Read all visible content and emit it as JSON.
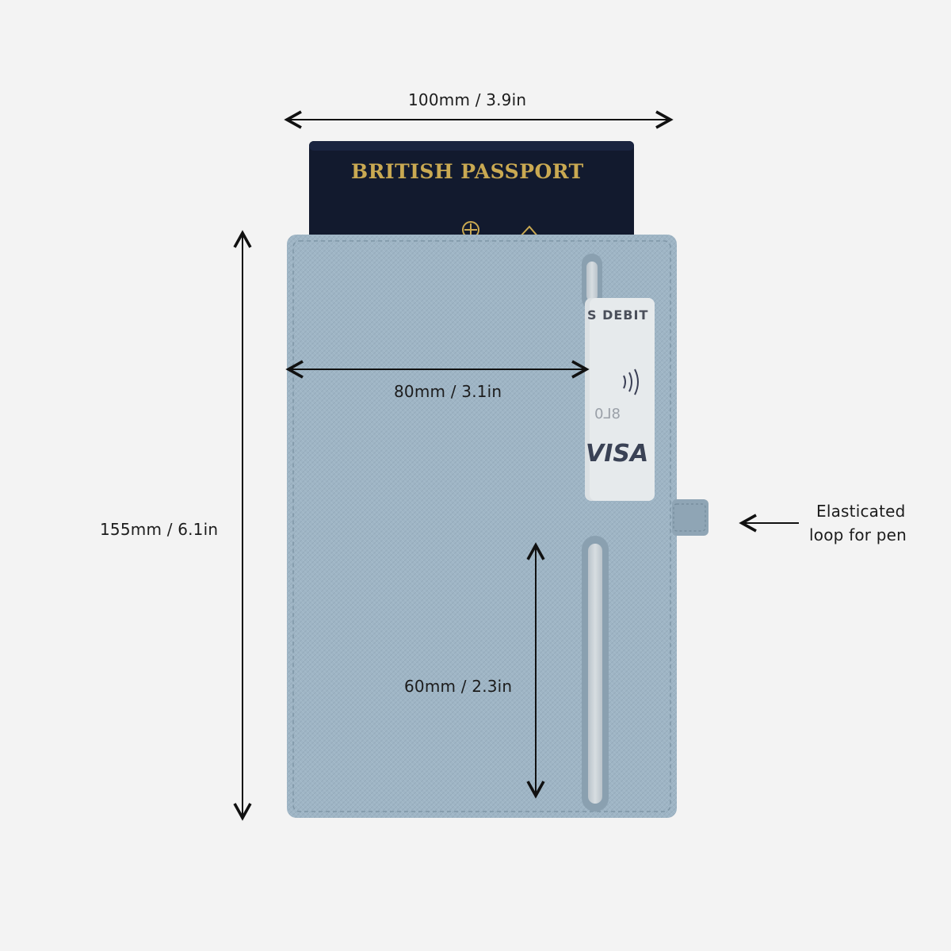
{
  "dimensions": {
    "top_width": "100mm / 3.9in",
    "inner_width": "80mm / 3.1in",
    "height": "155mm / 6.1in",
    "pocket_height": "60mm / 2.3in"
  },
  "callout": {
    "line1": "Elasticated",
    "line2": "loop for pen"
  },
  "passport": {
    "title": "BRITISH PASSPORT",
    "color": "#121a2e",
    "gold": "#c9a952"
  },
  "card": {
    "type": "S DEBIT",
    "number_fragment": "8L0",
    "brand": "VISA",
    "contactless_icon": "contactless-icon"
  },
  "colors": {
    "background": "#f3f3f3",
    "wallet": "#9eb4c4",
    "stitch": "#7f96a6",
    "arrow": "#111111"
  }
}
